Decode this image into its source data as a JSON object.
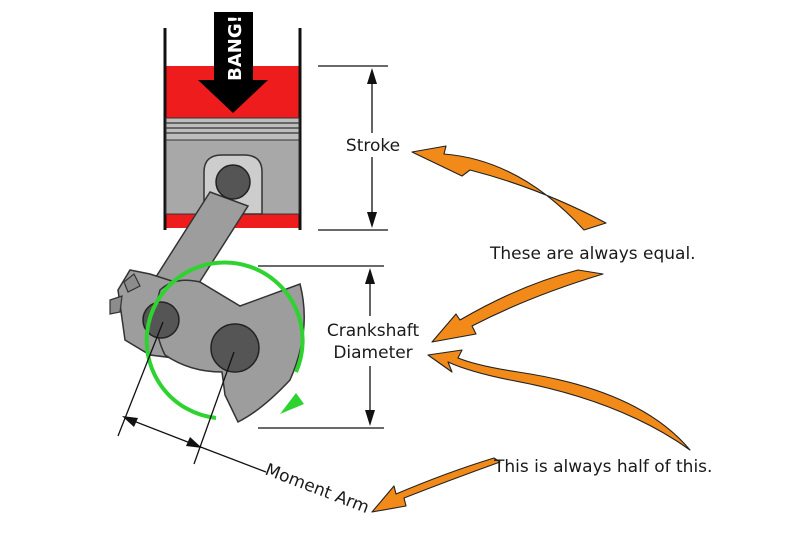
{
  "labels": {
    "bang": "BANG!",
    "stroke": "Stroke",
    "crankshaft_line1": "Crankshaft",
    "crankshaft_line2": "Diameter",
    "equal_note": "These are always equal.",
    "half_note": "This is always half of this.",
    "moment_arm": "Moment Arm"
  },
  "colors": {
    "combustion": "#ee1c1c",
    "piston": "#a8a8a8",
    "crank_metal": "#9d9d9d",
    "pin": "#555555",
    "rotation_arrow": "#2fd32f",
    "callout_arrow": "#f28a1a",
    "line": "#111111"
  }
}
